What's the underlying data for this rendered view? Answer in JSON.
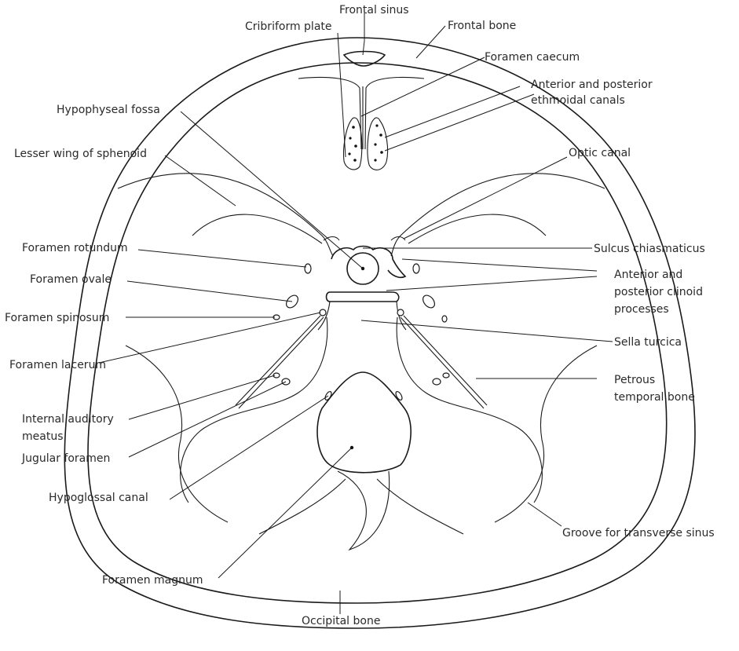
{
  "labels": {
    "frontal_sinus": "Frontal sinus",
    "cribriform_plate": "Cribriform plate",
    "frontal_bone": "Frontal bone",
    "foramen_caecum": "Foramen caecum",
    "ethmoidal_canals_line1": "Anterior and posterior",
    "ethmoidal_canals_line2": "ethmoidal canals",
    "hypophyseal_fossa": "Hypophyseal fossa",
    "lesser_wing": "Lesser wing of sphenoid",
    "optic_canal": "Optic canal",
    "foramen_rotundum": "Foramen rotundum",
    "sulcus_chiasmaticus": "Sulcus chiasmaticus",
    "foramen_ovale": "Foramen ovale",
    "clinoid_line1": "Anterior and",
    "clinoid_line2": "posterior clinoid",
    "clinoid_line3": "processes",
    "foramen_spinosum": "Foramen spinosum",
    "sella_turcica": "Sella turcica",
    "foramen_lacerum": "Foramen lacerum",
    "petrous_line1": "Petrous",
    "petrous_line2": "temporal bone",
    "auditory_line1": "Internal auditory",
    "auditory_line2": "meatus",
    "jugular_foramen": "Jugular foramen",
    "hypoglossal_canal": "Hypoglossal canal",
    "transverse_sinus": "Groove for transverse sinus",
    "foramen_magnum": "Foramen magnum",
    "occipital_bone": "Occipital bone"
  }
}
